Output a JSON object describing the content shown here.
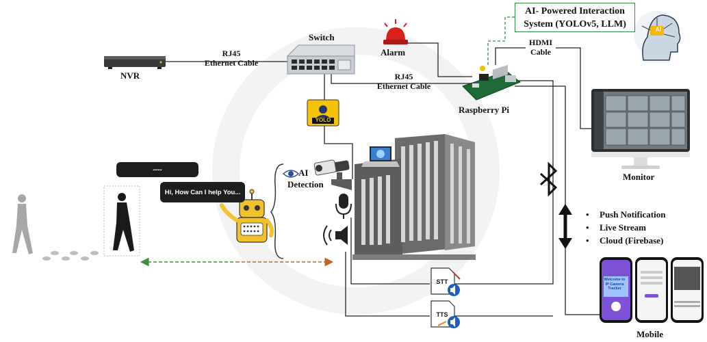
{
  "nodes": {
    "nvr": "NVR",
    "switch": "Switch",
    "alarm": "Alarm",
    "raspberry_pi": "Raspberry Pi",
    "monitor": "Monitor",
    "mobile": "Mobile",
    "ai_detection_line1": "AI",
    "ai_detection_line2": "Detection",
    "yolo_badge": "YOLO",
    "stt": "STT",
    "tts": "TTS"
  },
  "edges": {
    "nvr_switch_line1": "RJ45",
    "nvr_switch_line2": "Ethernet Cable",
    "switch_pi_line1": "RJ45",
    "switch_pi_line2": "Ethernet Cable",
    "hdmi_line1": "HDMI",
    "hdmi_line2": "Cable"
  },
  "ai_system": {
    "line1": "AI- Powered Interaction",
    "line2": "System (YOLOv5, LLM)",
    "icon_text": "AI"
  },
  "robot": {
    "speech": "Hi, How Can I help You...",
    "user_speech": "----"
  },
  "mobile_features": [
    "Push Notification",
    "Live Stream",
    "Cloud (Firebase)"
  ],
  "mobile_screens": {
    "welcome_line1": "Welcome to",
    "welcome_line2": "IP Camera",
    "welcome_line3": "Tracker"
  },
  "colors": {
    "dashed_green": "#2e8b3e",
    "dashed_orange": "#d2691e",
    "yolo_yellow": "#f5c400",
    "robot_yellow": "#f2c12e",
    "alarm_red": "#d8201c",
    "building_gray": "#6b6b6b"
  }
}
